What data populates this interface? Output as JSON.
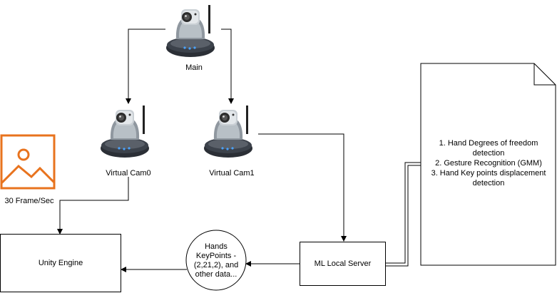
{
  "cameras": {
    "main": {
      "label": "Main"
    },
    "cam0": {
      "label": "Virtual Cam0"
    },
    "cam1": {
      "label": "Virtual Cam1"
    }
  },
  "image_source": {
    "label": "30 Frame/Sec",
    "icon": "image-icon",
    "color": "#e8731e"
  },
  "unity": {
    "label": "Unity Engine"
  },
  "ml_server": {
    "label": "ML Local Server"
  },
  "bubble": {
    "lines": [
      "Hands",
      "KeyPoints -",
      "(2,21,2), and",
      "other data..."
    ]
  },
  "note": {
    "lines": [
      "1. Hand Degrees of freedom",
      "detection",
      "2. Gesture Recognition (GMM)",
      "3. Hand Key points displacement",
      "detection"
    ]
  }
}
